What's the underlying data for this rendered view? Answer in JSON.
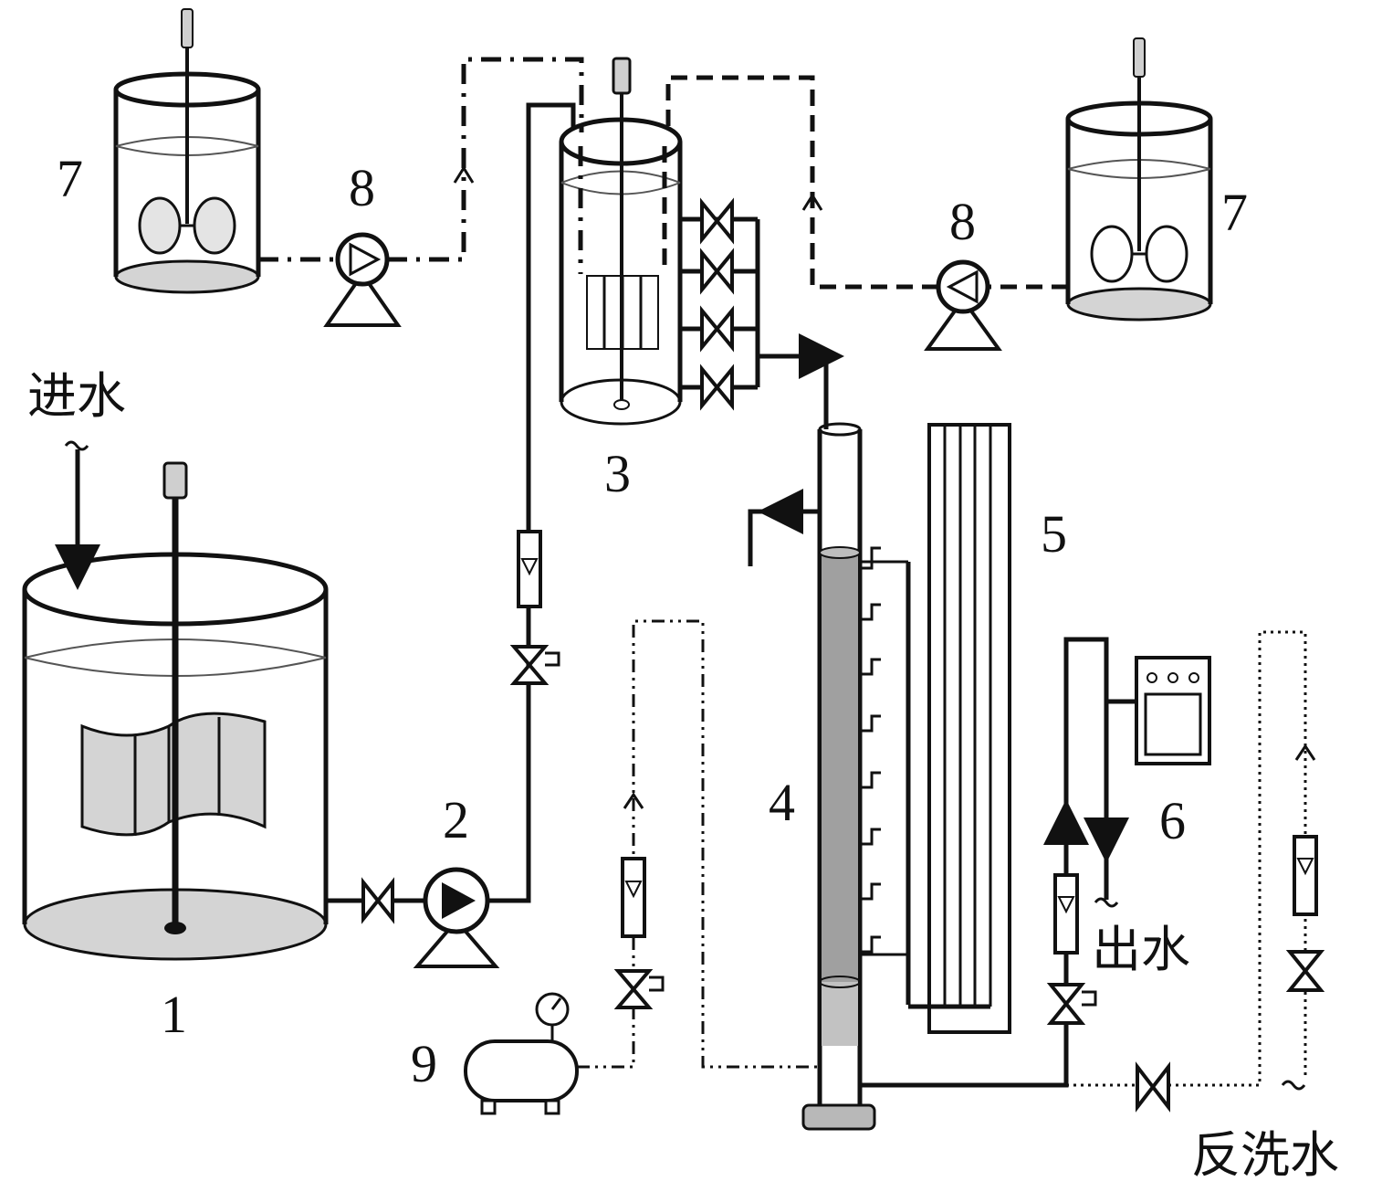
{
  "labels": {
    "n1": "1",
    "n2": "2",
    "n3": "3",
    "n4": "4",
    "n5": "5",
    "n6": "6",
    "n7_left": "7",
    "n7_right": "7",
    "n8_left": "8",
    "n8_right": "8",
    "n9": "9"
  },
  "streams": {
    "inflow": "进水",
    "outflow": "出水",
    "backwash": "反洗水"
  }
}
